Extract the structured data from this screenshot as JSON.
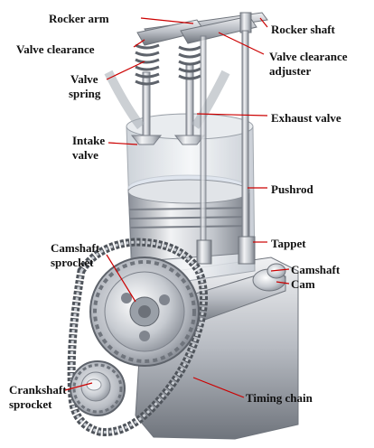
{
  "labels": {
    "rocker_arm": "Rocker arm",
    "rocker_shaft": "Rocker shaft",
    "valve_clearance": "Valve clearance",
    "valve_clearance_adjuster_1": "Valve clearance",
    "valve_clearance_adjuster_2": "adjuster",
    "valve_spring_1": "Valve",
    "valve_spring_2": "spring",
    "exhaust_valve": "Exhaust valve",
    "intake_valve_1": "Intake",
    "intake_valve_2": "valve",
    "pushrod": "Pushrod",
    "tappet": "Tappet",
    "camshaft_sprocket_1": "Camshaft",
    "camshaft_sprocket_2": "sprocket",
    "camshaft": "Camshaft",
    "cam": "Cam",
    "timing_chain": "Timing chain",
    "crankshaft_sprocket_1": "Crankshaft",
    "crankshaft_sprocket_2": "sprocket"
  },
  "colors": {
    "leader_line": "#cc0000",
    "label_text": "#111111",
    "metal_light": "#e6e8ec",
    "metal_mid": "#b9bdc4",
    "metal_dark": "#7d828b"
  }
}
